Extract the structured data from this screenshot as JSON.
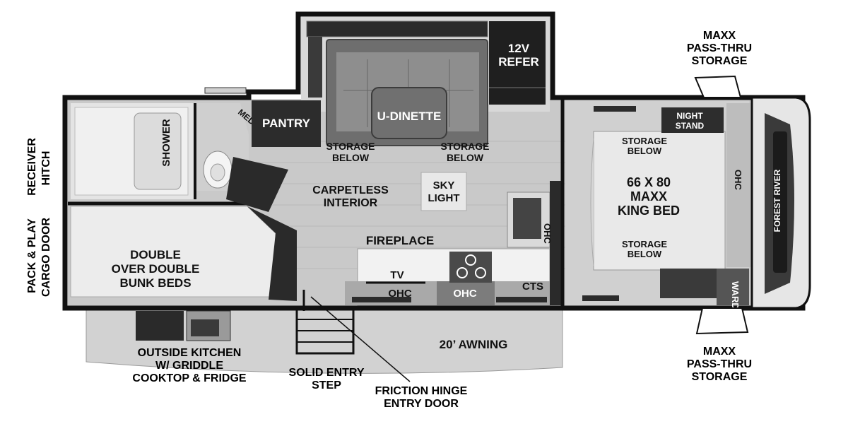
{
  "labels": {
    "refer_line1": "12V",
    "refer_line2": "REFER",
    "pantry": "PANTRY",
    "med": "MED",
    "u_dinette": "U-DINETTE",
    "storage_below": "STORAGE",
    "storage_below2": "BELOW",
    "shower": "SHOWER",
    "carpetless_1": "CARPETLESS",
    "carpetless_2": "INTERIOR",
    "sky_1": "SKY",
    "sky_2": "LIGHT",
    "fireplace": "FIREPLACE",
    "tv": "TV",
    "ohc": "OHC",
    "cts": "CTS",
    "bunk_1": "DOUBLE",
    "bunk_2": "OVER DOUBLE",
    "bunk_3": "BUNK BEDS",
    "bed_1": "66 X 80",
    "bed_2": "MAXX",
    "bed_3": "KING BED",
    "night_1": "NIGHT",
    "night_2": "STAND",
    "ward": "WARD",
    "brand": "FOREST RIVER",
    "awning": "20’ AWNING",
    "receiver_1": "RECEIVER",
    "receiver_2": "HITCH",
    "pack_1": "PACK & PLAY",
    "pack_2": "CARGO DOOR",
    "maxx_1": "MAXX",
    "maxx_2": "PASS-THRU",
    "maxx_3": "STORAGE",
    "outside_1": "OUTSIDE KITCHEN",
    "outside_2": "W/ GRIDDLE",
    "outside_3": "COOKTOP & FRIDGE",
    "step_1": "SOLID ENTRY",
    "step_2": "STEP",
    "door_1": "FRICTION HINGE",
    "door_2": "ENTRY DOOR"
  }
}
